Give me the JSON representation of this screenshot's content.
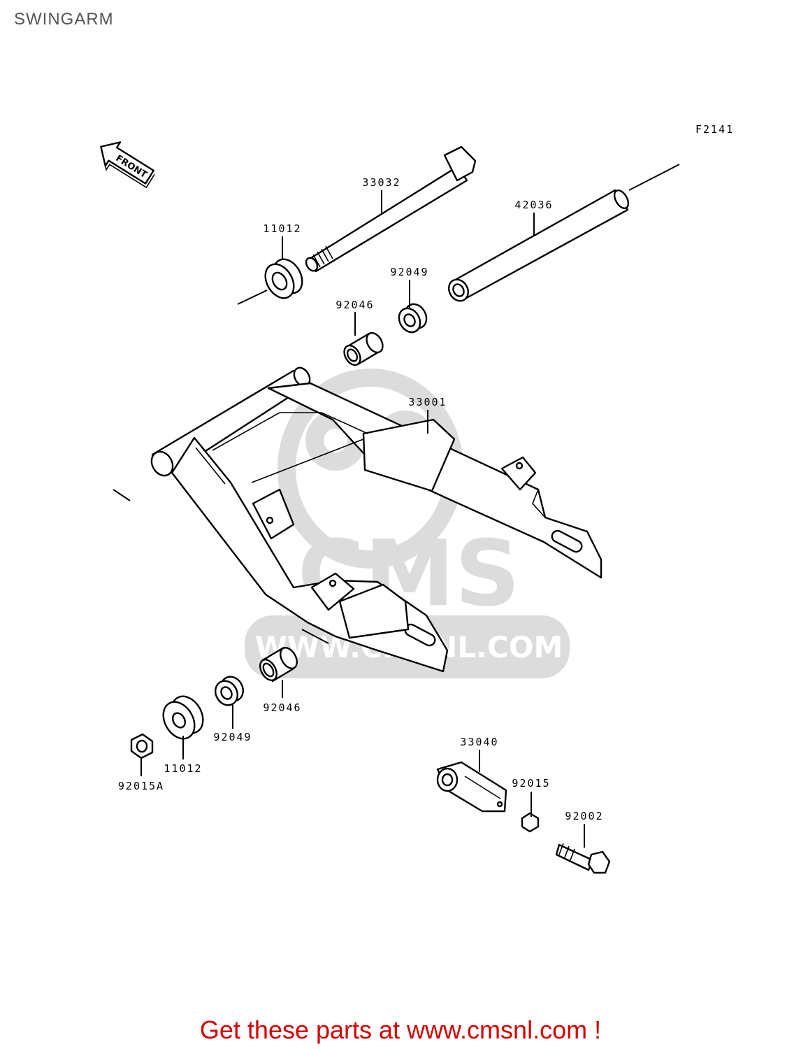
{
  "title": "SWINGARM",
  "figure_code": "F2141",
  "front_arrow_label": "FRONT",
  "watermark": {
    "brand": "CMS",
    "url": "WWW.CMSNL.COM"
  },
  "promo_text": "Get these parts at www.cmsnl.com !",
  "colors": {
    "promo": "#d40000",
    "ink": "#000000",
    "watermark": "#d8d8d8"
  },
  "parts": [
    {
      "id": "33032"
    },
    {
      "id": "42036"
    },
    {
      "id": "11012"
    },
    {
      "id": "92049"
    },
    {
      "id": "92046"
    },
    {
      "id": "33001"
    },
    {
      "id": "92046"
    },
    {
      "id": "92049"
    },
    {
      "id": "11012"
    },
    {
      "id": "92015A"
    },
    {
      "id": "33040"
    },
    {
      "id": "92015"
    },
    {
      "id": "92002"
    }
  ]
}
